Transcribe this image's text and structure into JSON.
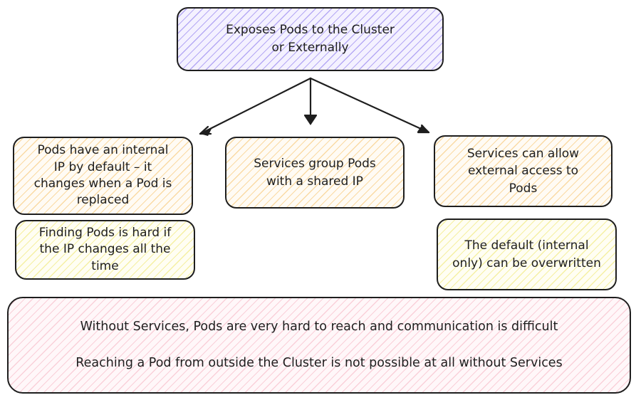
{
  "top_box": {
    "lines": [
      "Exposes Pods to the Cluster",
      "or Externally"
    ]
  },
  "boxes": {
    "pods_internal_ip": {
      "lines": [
        "Pods have an internal",
        "IP by default – it",
        "changes when a Pod is",
        "replaced"
      ]
    },
    "services_group": {
      "lines": [
        "Services group Pods",
        "with a shared IP"
      ]
    },
    "external_access": {
      "lines": [
        "Services can allow",
        "external access to",
        "Pods"
      ]
    },
    "finding_pods": {
      "lines": [
        "Finding Pods is hard if",
        "the IP changes all the",
        "time"
      ]
    },
    "default_overwritten": {
      "lines": [
        "The default (internal",
        "only) can be overwritten"
      ]
    }
  },
  "bottom_box": {
    "lines": [
      "Without Services, Pods are very hard to reach and communication is difficult",
      "Reaching a Pod from outside the Cluster is not possible at all without Services"
    ]
  },
  "colors": {
    "stroke": "#1e1e1e",
    "purple_hatch": "#826eeb",
    "orange_hatch": "#f6c46e",
    "yellow_hatch": "#f0e878",
    "pink_hatch": "#f5aab9"
  }
}
